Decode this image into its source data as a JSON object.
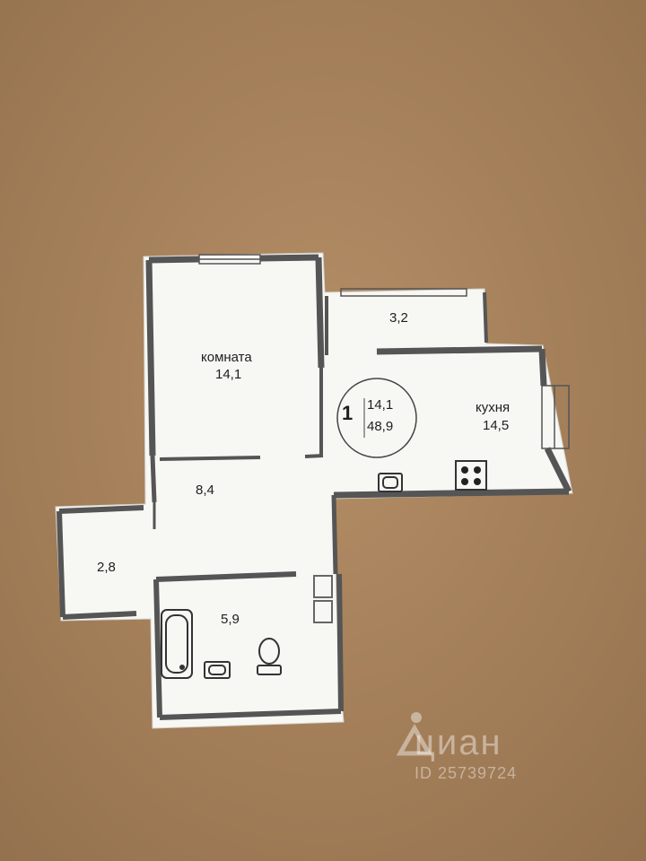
{
  "plan": {
    "rooms_count": "1",
    "living_area": "14,1",
    "total_area": "48,9",
    "room": {
      "name": "комната",
      "area": "14,1"
    },
    "kitchen": {
      "name": "кухня",
      "area": "14,5"
    },
    "balcony_area": "3,2",
    "hall_area": "8,4",
    "storage_area": "2,8",
    "bathroom_area": "5,9"
  },
  "watermark": {
    "brand": "циан",
    "listing_id": "ID 25739724"
  },
  "colors": {
    "cardboard": "#b08a63",
    "paper": "#f7f7f4",
    "wall": "#555555"
  }
}
